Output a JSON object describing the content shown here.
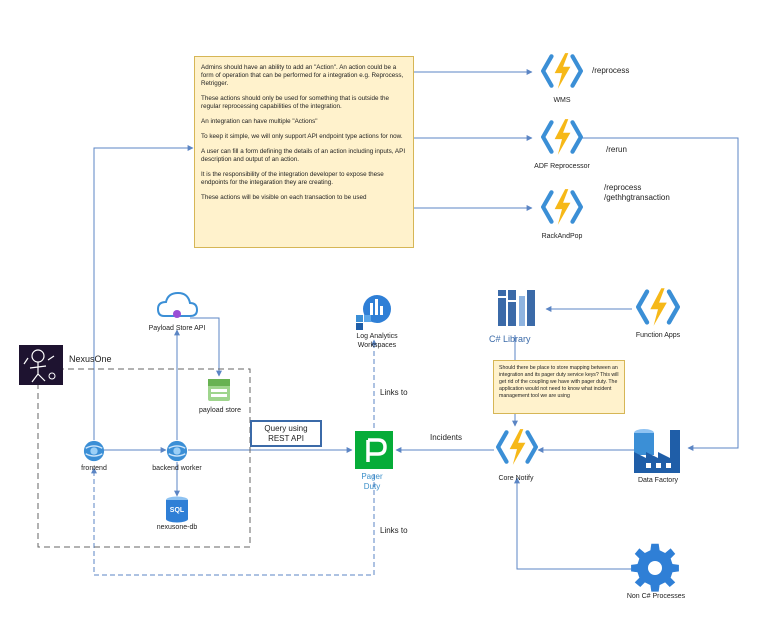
{
  "note": {
    "paragraphs": [
      "Admins should have an ability to add an \"Action\". An action could be a form of operation that can be performed for a integration e.g. Reprocess, Retrigger.",
      "These actions should only be used for something that is outside the regular reprocessing capabilities of the integration.",
      "An integration can have multiple \"Actions\"",
      "To keep it simple, we will only support API endpoint type actions for now.",
      "A user can fill a form defining the details of an action including inputs, API description and output of an action.",
      "It is the responsibility of the integration developer to expose these endpoints for the integaration they are creating.",
      "These actions will be visible on each transaction to be used"
    ]
  },
  "note2": "Should there be place to store mapping between an integration and its pager duty service keys? This will get rid of the coupling we have with pager duty. The application would not need to know what incident management tool we are using",
  "nodes": {
    "wms": "WMS",
    "adf_reprocessor": "ADF Reprocessor",
    "rack_and_pop": "RackAndPop",
    "function_apps": "Function Apps",
    "csharp_library": "C# Library",
    "core_notify": "Core Notify",
    "data_factory": "Data Factory",
    "non_csharp": "Non C# Processes",
    "pager_duty": "Pager\nDuty",
    "log_analytics": "Log Analytics\nWorkspaces",
    "payload_store_api": "Payload Store API",
    "payload_store": "payload store",
    "frontend": "frontend",
    "backend_worker": "backend worker",
    "sql_label": "SQL",
    "nexusone_db": "nexusone-db",
    "nexusone": "NexusOne"
  },
  "edges": {
    "reprocess": "/reprocess",
    "rerun": "/rerun",
    "reprocess_multi": "/reprocess\n/gethhgtransaction",
    "links_to_top": "Links to",
    "links_to_bottom": "Links to",
    "incidents": "Incidents",
    "query": "Query using\nREST API"
  },
  "colors": {
    "azure_blue": "#3b6aa8",
    "function_yellow": "#f6b818",
    "pager_green": "#06ac38",
    "note_fill": "#fff2cc",
    "note_border": "#d6b656",
    "line_blue": "#5b85c4",
    "dash_gray": "#666666"
  },
  "icons": [
    "function-app-icon",
    "library-icon",
    "data-factory-icon",
    "gear-icon",
    "pagerduty-icon",
    "log-analytics-icon",
    "cloud-api-icon",
    "storage-icon",
    "app-service-icon",
    "sql-database-icon",
    "nexusone-logo-icon"
  ]
}
